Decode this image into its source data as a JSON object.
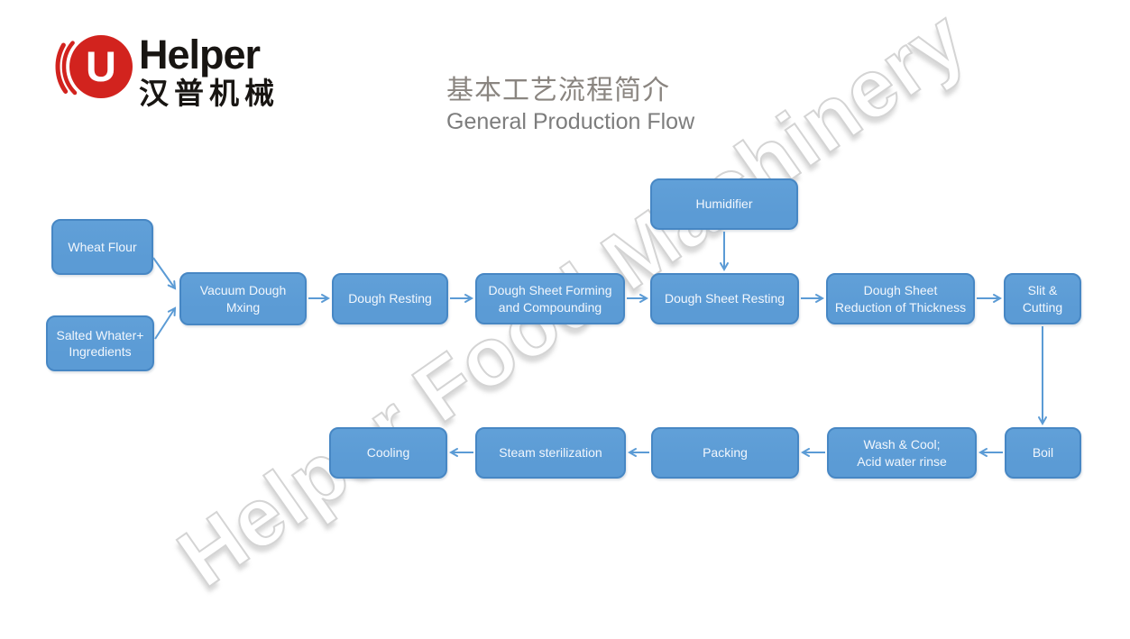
{
  "brand": {
    "name": "Helper",
    "name_cn": "汉普机械",
    "icon_letter": "U",
    "logo_red": "#d2231e"
  },
  "title": {
    "cn": "基本工艺流程简介",
    "en": "General Production Flow"
  },
  "watermark": {
    "text": "Helper Food Machinery"
  },
  "colors": {
    "node_fill": "#5b9bd5",
    "node_border": "#4787c4",
    "arrow": "#5b9bd5",
    "title_cn_color": "#8a8580",
    "title_en_color": "#7d7d7d"
  },
  "flow": {
    "nodes": [
      {
        "id": "wheat-flour",
        "label": "Wheat Flour"
      },
      {
        "id": "salted-water",
        "label": "Salted Whater+\nIngredients"
      },
      {
        "id": "vacuum-dough-mixing",
        "label": "Vacuum Dough\nMxing"
      },
      {
        "id": "dough-resting",
        "label": "Dough  Resting"
      },
      {
        "id": "dough-sheet-forming",
        "label": "Dough Sheet Forming\nand Compounding"
      },
      {
        "id": "humidifier",
        "label": "Humidifier"
      },
      {
        "id": "dough-sheet-resting",
        "label": "Dough Sheet Resting"
      },
      {
        "id": "dough-sheet-reduction",
        "label": "Dough Sheet\nReduction of Thickness"
      },
      {
        "id": "slit-cutting",
        "label": "Slit &\nCutting"
      },
      {
        "id": "boil",
        "label": "Boil"
      },
      {
        "id": "wash-cool",
        "label": "Wash & Cool;\nAcid water rinse"
      },
      {
        "id": "packing",
        "label": "Packing"
      },
      {
        "id": "steam-sterilization",
        "label": "Steam sterilization"
      },
      {
        "id": "cooling",
        "label": "Cooling"
      }
    ],
    "edges": [
      {
        "from": "wheat-flour",
        "to": "vacuum-dough-mixing"
      },
      {
        "from": "salted-water",
        "to": "vacuum-dough-mixing"
      },
      {
        "from": "vacuum-dough-mixing",
        "to": "dough-resting"
      },
      {
        "from": "dough-resting",
        "to": "dough-sheet-forming"
      },
      {
        "from": "dough-sheet-forming",
        "to": "dough-sheet-resting"
      },
      {
        "from": "humidifier",
        "to": "dough-sheet-resting"
      },
      {
        "from": "dough-sheet-resting",
        "to": "dough-sheet-reduction"
      },
      {
        "from": "dough-sheet-reduction",
        "to": "slit-cutting"
      },
      {
        "from": "slit-cutting",
        "to": "boil"
      },
      {
        "from": "boil",
        "to": "wash-cool"
      },
      {
        "from": "wash-cool",
        "to": "packing"
      },
      {
        "from": "packing",
        "to": "steam-sterilization"
      },
      {
        "from": "steam-sterilization",
        "to": "cooling"
      }
    ]
  }
}
